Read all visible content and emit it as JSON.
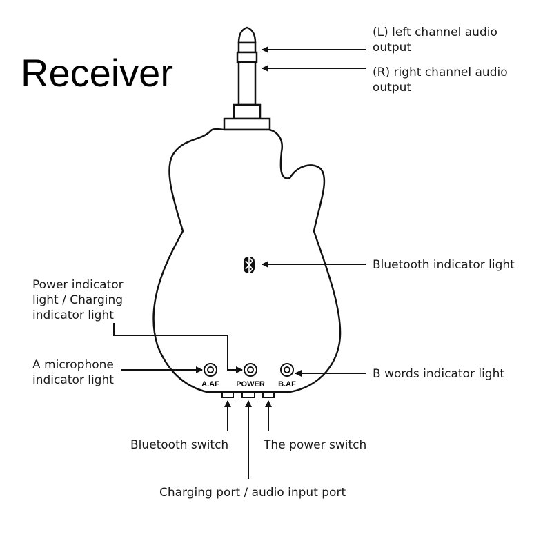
{
  "title": "Receiver",
  "labels": {
    "left_channel": [
      "(L) left channel audio",
      "output"
    ],
    "right_channel": [
      "(R) right channel audio",
      "output"
    ],
    "bluetooth_light": "Bluetooth indicator light",
    "power_light": [
      "Power indicator",
      "light  /  Charging",
      "indicator light"
    ],
    "mic_a_light": [
      "A microphone",
      "indicator light"
    ],
    "b_words_light": "B words indicator light",
    "bluetooth_switch": "Bluetooth switch",
    "power_switch": "The power switch",
    "charging_port": "Charging port / audio input port"
  },
  "device_labels": {
    "aaf": "A.AF",
    "power": "POWER",
    "baf": "B.AF"
  },
  "icons": [
    "bluetooth-icon"
  ]
}
